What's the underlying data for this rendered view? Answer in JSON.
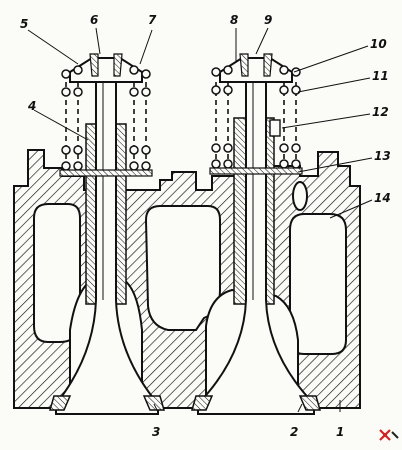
{
  "callouts": {
    "c1": "1",
    "c2": "2",
    "c3": "3",
    "c4": "4",
    "c5": "5",
    "c6": "6",
    "c7": "7",
    "c8": "8",
    "c9": "9",
    "c10": "10",
    "c11": "11",
    "c12": "12",
    "c13": "13",
    "c14": "14"
  },
  "colors": {
    "ink": "#111111",
    "paper": "#fbfbf8",
    "corner_logo_red": "#d22222"
  }
}
